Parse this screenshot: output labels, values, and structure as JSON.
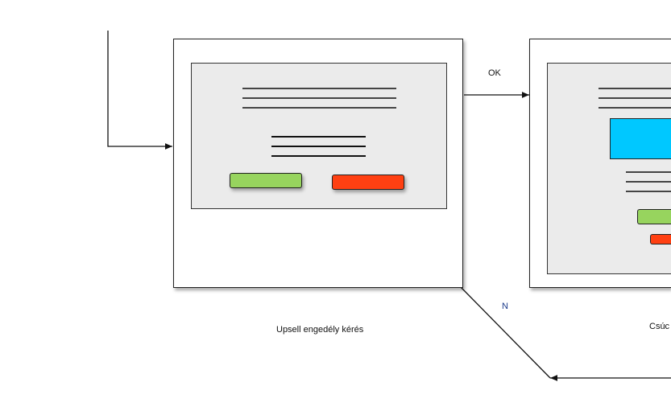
{
  "edges": {
    "ok_label": "OK",
    "n_label": "N"
  },
  "screens": [
    {
      "caption": "Upsell engedély kérés"
    },
    {
      "caption": "Csúc"
    }
  ],
  "colors": {
    "accept": "#97d45e",
    "reject": "#ff4012",
    "image": "#00c8ff",
    "panel": "#ebebeb"
  }
}
